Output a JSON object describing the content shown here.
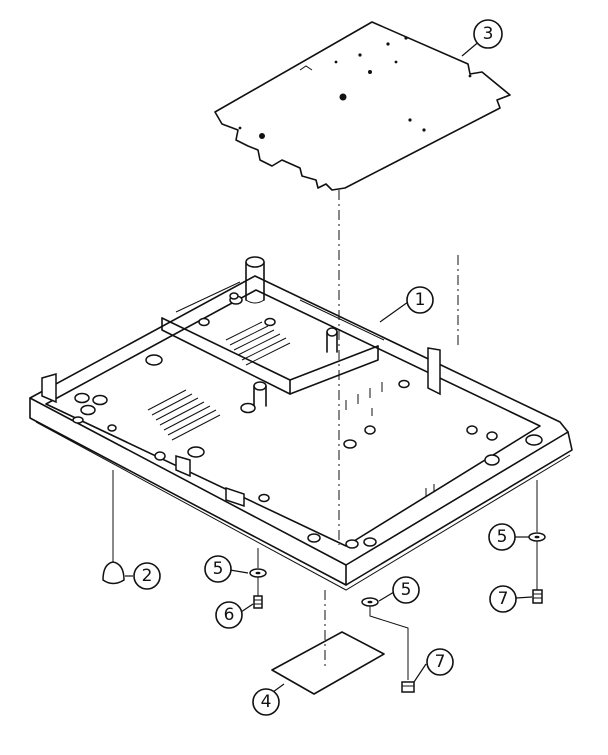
{
  "callouts": [
    {
      "id": "callout-1",
      "label": "1"
    },
    {
      "id": "callout-2",
      "label": "2"
    },
    {
      "id": "callout-3",
      "label": "3"
    },
    {
      "id": "callout-4",
      "label": "4"
    },
    {
      "id": "callout-5a",
      "label": "5"
    },
    {
      "id": "callout-5b",
      "label": "5"
    },
    {
      "id": "callout-5c",
      "label": "5"
    },
    {
      "id": "callout-6",
      "label": "6"
    },
    {
      "id": "callout-7a",
      "label": "7"
    },
    {
      "id": "callout-7b",
      "label": "7"
    }
  ]
}
